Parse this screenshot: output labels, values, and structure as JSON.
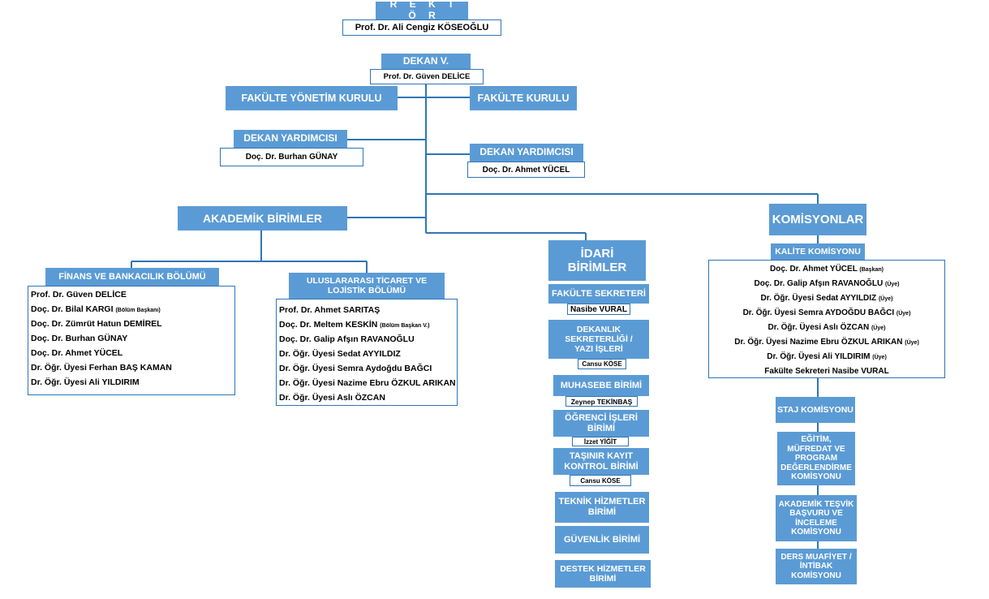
{
  "rektor": {
    "title": "R E K T Ö R",
    "name": "Prof. Dr. Ali Cengiz KÖSEOĞLU"
  },
  "dekan": {
    "title": "DEKAN V.",
    "name": "Prof. Dr. Güven DELİCE"
  },
  "fakulte_yonetim_kurulu": "FAKÜLTE YÖNETİM KURULU",
  "fakulte_kurulu": "FAKÜLTE KURULU",
  "dekan_yardimcisi_1": {
    "title": "DEKAN YARDIMCISI",
    "name": "Doç. Dr. Burhan GÜNAY"
  },
  "dekan_yardimcisi_2": {
    "title": "DEKAN YARDIMCISI",
    "name": "Doç. Dr. Ahmet YÜCEL"
  },
  "akademik": {
    "title": "AKADEMİK BİRİMLER",
    "finans": {
      "title": "FİNANS VE BANKACILIK BÖLÜMÜ",
      "members": [
        {
          "name": "Prof. Dr. Güven DELİCE",
          "role": ""
        },
        {
          "name": "Doç. Dr. Bilal KARGI",
          "role": "(Bölüm Başkanı)"
        },
        {
          "name": "Doç. Dr. Zümrüt Hatun DEMİREL",
          "role": ""
        },
        {
          "name": "Doç. Dr. Burhan GÜNAY",
          "role": ""
        },
        {
          "name": "Doç. Dr. Ahmet YÜCEL",
          "role": ""
        },
        {
          "name": "Dr. Öğr. Üyesi Ferhan BAŞ KAMAN",
          "role": ""
        },
        {
          "name": "Dr. Öğr. Üyesi Ali YILDIRIM",
          "role": ""
        }
      ]
    },
    "uluslararasi": {
      "title_line1": "ULUSLARARASI TİCARET VE",
      "title_line2": "LOJİSTİK BÖLÜMÜ",
      "members": [
        {
          "name": "Prof. Dr. Ahmet SARITAŞ",
          "role": ""
        },
        {
          "name": "Doç. Dr. Meltem KESKİN",
          "role": "(Bölüm Başkan V.)"
        },
        {
          "name": "Doç. Dr. Galip Afşın RAVANOĞLU",
          "role": ""
        },
        {
          "name": "Dr. Öğr. Üyesi Sedat AYYILDIZ",
          "role": ""
        },
        {
          "name": "Dr. Öğr. Üyesi Semra Aydoğdu BAĞCI",
          "role": ""
        },
        {
          "name": "Dr. Öğr. Üyesi Nazime Ebru ÖZKUL ARIKAN",
          "role": ""
        },
        {
          "name": "Dr. Öğr. Üyesi Aslı ÖZCAN",
          "role": ""
        }
      ]
    }
  },
  "idari": {
    "title_line1": "İDARİ",
    "title_line2": "BİRİMLER",
    "fakulte_sekreteri": {
      "title": "FAKÜLTE SEKRETERİ",
      "name": "Nasibe VURAL"
    },
    "dekanlik": {
      "line1": "DEKANLIK",
      "line2": "SEKRETERLİĞİ  /",
      "line3": "YAZI İŞLERİ",
      "name": "Cansu KÖSE"
    },
    "muhasebe": {
      "title": "MUHASEBE BİRİMİ",
      "name": "Zeynep TEKİNBAŞ"
    },
    "ogrenci": {
      "line1": "ÖĞRENCİ İŞLERİ",
      "line2": "BİRİMİ",
      "name": "İzzet YİĞİT"
    },
    "tasinir": {
      "line1": "TAŞINIR KAYIT",
      "line2": "KONTROL BİRİMİ",
      "name": "Cansu KÖSE"
    },
    "teknik": {
      "line1": "TEKNİK HİZMETLER",
      "line2": "BİRİMİ"
    },
    "guvenlik": "GÜVENLİK BİRİMİ",
    "destek": {
      "line1": "DESTEK HİZMETLER",
      "line2": "BİRİMİ"
    }
  },
  "komisyonlar": {
    "title": "KOMİSYONLAR",
    "kalite": {
      "title": "KALİTE KOMİSYONU",
      "members": [
        {
          "name": "Doç. Dr. Ahmet YÜCEL",
          "role": "(Başkan)"
        },
        {
          "name": "Doç. Dr. Galip Afşın RAVANOĞLU",
          "role": "(Üye)"
        },
        {
          "name": "Dr. Öğr. Üyesi Sedat AYYILDIZ",
          "role": "(Üye)"
        },
        {
          "name": "Dr. Öğr. Üyesi Semra AYDOĞDU BAĞCI",
          "role": "(Üye)"
        },
        {
          "name": "Dr. Öğr. Üyesi Aslı ÖZCAN",
          "role": "(Üye)"
        },
        {
          "name": "Dr. Öğr. Üyesi Nazime Ebru ÖZKUL ARIKAN",
          "role": "(Üye)"
        },
        {
          "name": "Dr. Öğr. Üyesi Ali YILDIRIM",
          "role": "(Üye)"
        },
        {
          "name": "Fakülte Sekreteri Nasibe VURAL",
          "role": ""
        }
      ]
    },
    "staj": "STAJ KOMİSYONU",
    "egitim": {
      "line1": "EĞİTİM,",
      "line2": "MÜFREDAT VE",
      "line3": "PROGRAM",
      "line4": "DEĞERLENDİRME",
      "line5": "KOMİSYONU"
    },
    "akademik_tesvik": {
      "line1": "AKADEMİK TEŞVİK",
      "line2": "BAŞVURU VE",
      "line3": "İNCELEME",
      "line4": "KOMİSYONU"
    },
    "ders_muafiyet": {
      "line1": "DERS MUAFİYET /",
      "line2": "İNTİBAK",
      "line3": "KOMİSYONU"
    }
  },
  "colors": {
    "header_fill": "#5b9bd5",
    "border": "#2e75b6",
    "line": "#2e75b6"
  }
}
